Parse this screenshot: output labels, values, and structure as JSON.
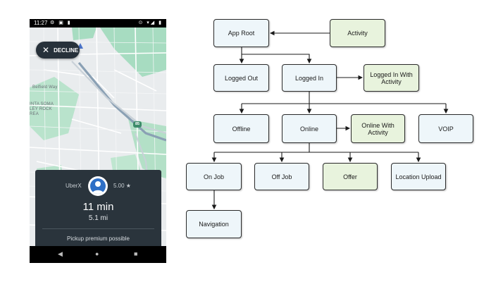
{
  "phone": {
    "status_bar": {
      "time": "11:27",
      "left_icons": "⚙ ▣ ▮",
      "right_icons": "⊙ ▾◢ ▮"
    },
    "decline_button": {
      "icon": "close-icon",
      "label": "DECLINE"
    },
    "map_labels": {
      "street": "Belfield Way",
      "district_line1": "INTA SOMA",
      "district_line2": "LEY ROCK",
      "district_line3": "REA",
      "highway_shield": "85"
    },
    "offer_card": {
      "product": "UberX",
      "rating": "5.00 ★",
      "eta": "11 min",
      "distance": "5.1 mi",
      "note": "Pickup premium possible"
    },
    "nav_bar": {
      "back": "◀",
      "home": "●",
      "recents": "■"
    }
  },
  "diagram": {
    "nodes": {
      "app_root": "App Root",
      "activity": "Activity",
      "logged_out": "Logged Out",
      "logged_in": "Logged In",
      "logged_in_with_activity": "Logged In With Activity",
      "offline": "Offline",
      "online": "Online",
      "online_with_activity": "Online With Activity",
      "voip": "VOIP",
      "on_job": "On Job",
      "off_job": "Off Job",
      "offer": "Offer",
      "location_upload": "Location Upload",
      "navigation": "Navigation"
    },
    "colors": {
      "state_node": "#eef6fa",
      "activity_node": "#e8f3dd",
      "border": "#2b2b2b"
    }
  }
}
